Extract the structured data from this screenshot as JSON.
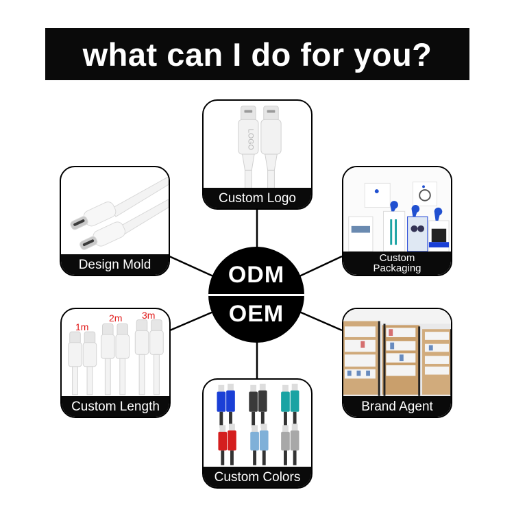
{
  "header": {
    "title": "what can I do for you?"
  },
  "hub": {
    "top_label": "ODM",
    "bottom_label": "OEM"
  },
  "services": {
    "custom_logo": {
      "label": "Custom Logo",
      "image": "white-usb-c-cable-with-logo",
      "logo_text": "LOGO"
    },
    "design_mold": {
      "label": "Design Mold",
      "image": "white-usb-c-cable-pair"
    },
    "custom_packaging": {
      "label_line1": "Custom",
      "label_line2": "Packaging",
      "image": "retail-packaging-boxes"
    },
    "custom_length": {
      "label": "Custom Length",
      "image": "white-cables-three-lengths",
      "lengths": [
        "1m",
        "2m",
        "3m"
      ]
    },
    "brand_agent": {
      "label": "Brand Agent",
      "image": "retail-store-shelves"
    },
    "custom_colors": {
      "label": "Custom Colors",
      "image": "braided-cables-six-colors",
      "colors": [
        "#1a3fd6",
        "#3a3a3a",
        "#1aa3a3",
        "#d41e1e",
        "#7fb0d8",
        "#a8a8a8"
      ]
    }
  },
  "colors": {
    "background": "#ffffff",
    "banner": "#0a0a0a",
    "text_on_dark": "#ffffff",
    "length_tag": "#e01818"
  }
}
